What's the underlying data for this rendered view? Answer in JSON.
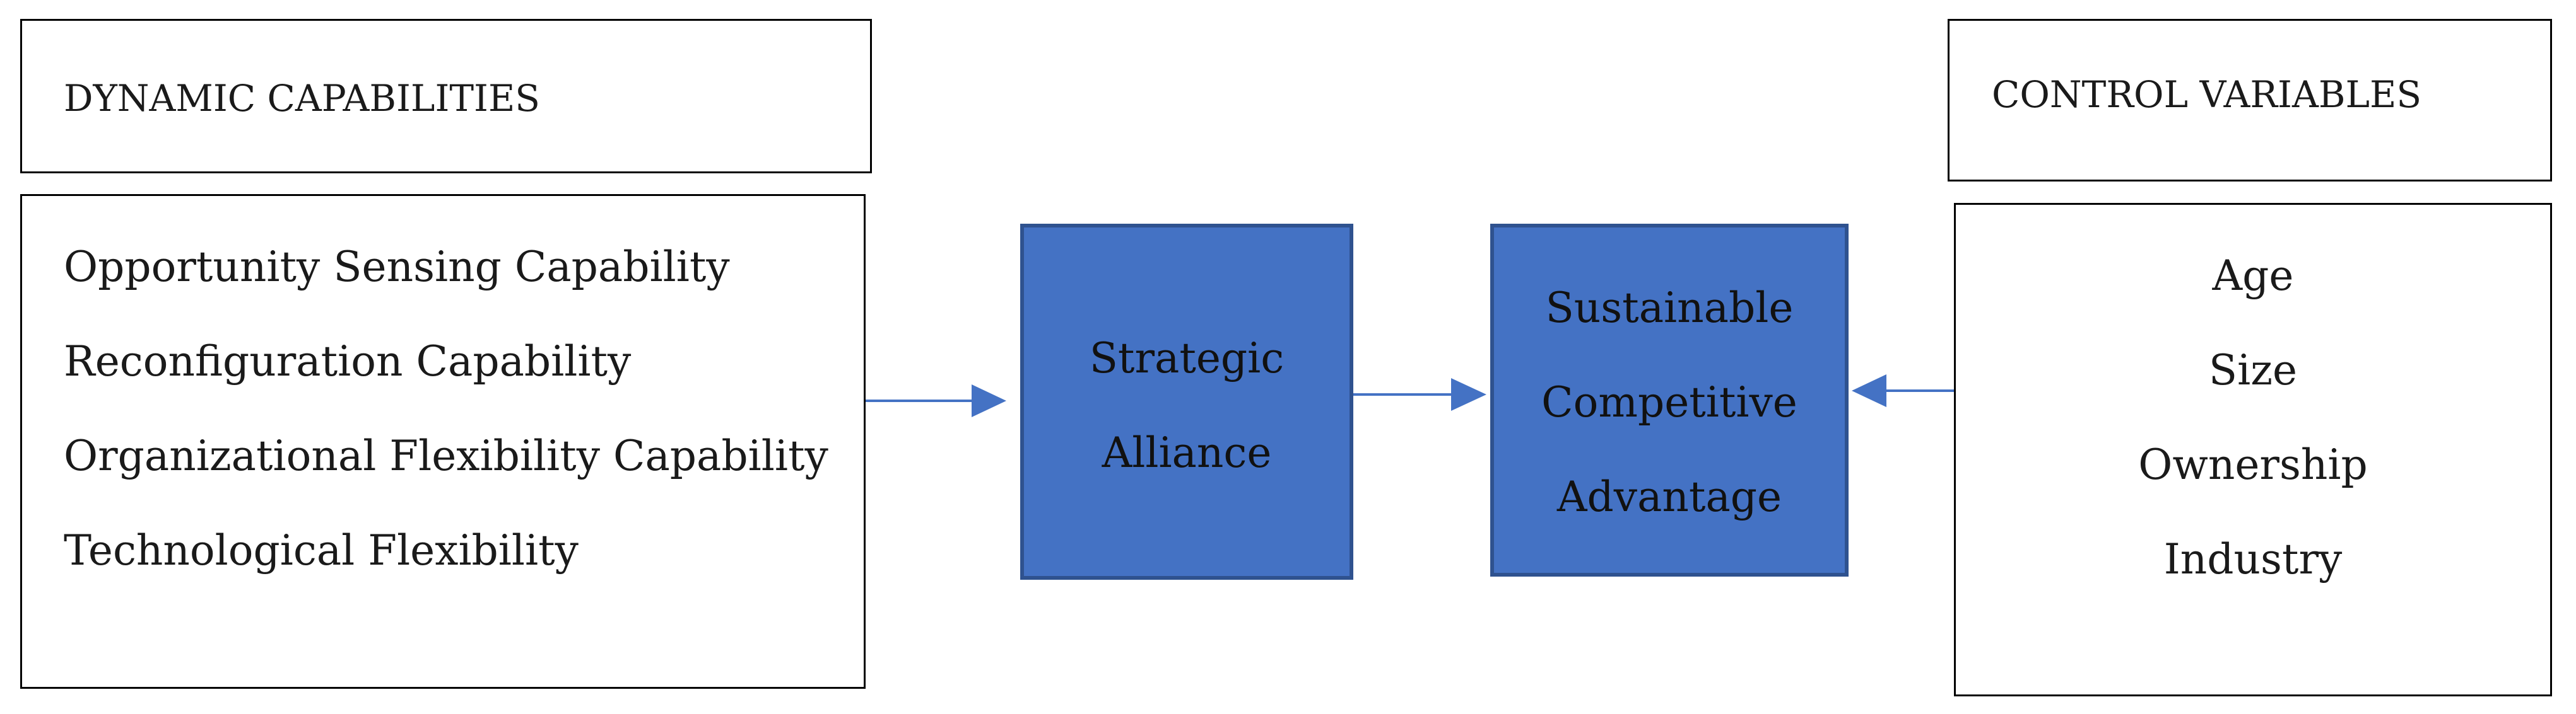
{
  "dynamic_capabilities": {
    "title": "DYNAMIC CAPABILITIES",
    "items": [
      "Opportunity Sensing Capability",
      "Reconfiguration Capability",
      "Organizational Flexibility Capability",
      "Technological Flexibility"
    ]
  },
  "strategic_alliance": {
    "lines": [
      "Strategic",
      "Alliance"
    ]
  },
  "sustainable_competitive_advantage": {
    "lines": [
      "Sustainable",
      "Competitive",
      "Advantage"
    ]
  },
  "control_variables": {
    "title": "CONTROL VARIABLES",
    "items": [
      "Age",
      "Size",
      "Ownership",
      "Industry"
    ]
  },
  "colors": {
    "box_fill": "#4472C4",
    "box_border": "#2F528F",
    "arrow": "#4472C4"
  }
}
